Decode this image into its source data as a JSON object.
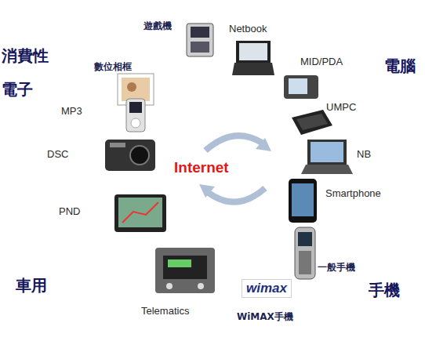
{
  "diagram": {
    "nodes": [
      {
        "text": [
          "消費性 電子",
          "遊戲機",
          "數位相框",
          "MP3",
          "DSC"
        ]
      },
      {
        "text": [
          "電腦",
          "Netbook",
          "MID/PDA",
          "UMPC",
          "NB"
        ]
      },
      {
        "text": [
          "車用",
          "PND",
          "Telematics"
        ]
      },
      {
        "text": [
          "手機",
          "Smartphone",
          "一般手機",
          "WiMAX手機"
        ]
      }
    ],
    "labels": [
      "Internet",
      "wimax"
    ]
  }
}
